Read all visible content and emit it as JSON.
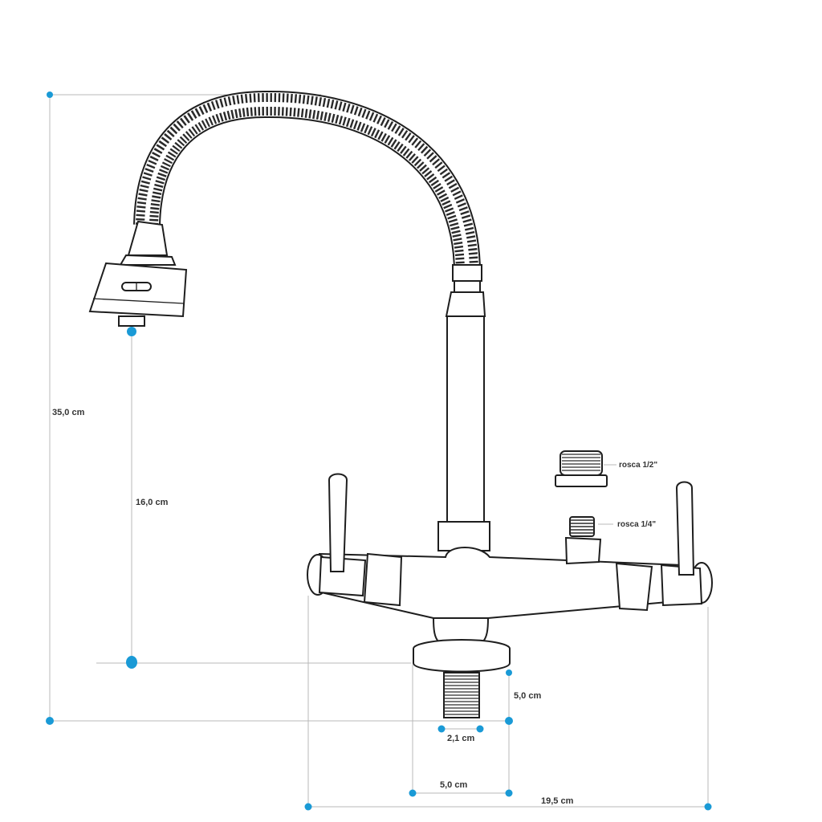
{
  "colors": {
    "dimension_marker": "#1a9ad6",
    "dimension_line": "#b8b8b8",
    "drawing_line": "#1e1e1e"
  },
  "dimensions": {
    "total_height": "35,0 cm",
    "spout_height": "16,0 cm",
    "thread_length": "5,0 cm",
    "thread_diameter": "2,1 cm",
    "base_diameter": "5,0 cm",
    "total_width": "19,5 cm"
  },
  "notes": {
    "thread_half_inch": "rosca 1/2\"",
    "thread_quarter_inch": "rosca 1/4\""
  }
}
